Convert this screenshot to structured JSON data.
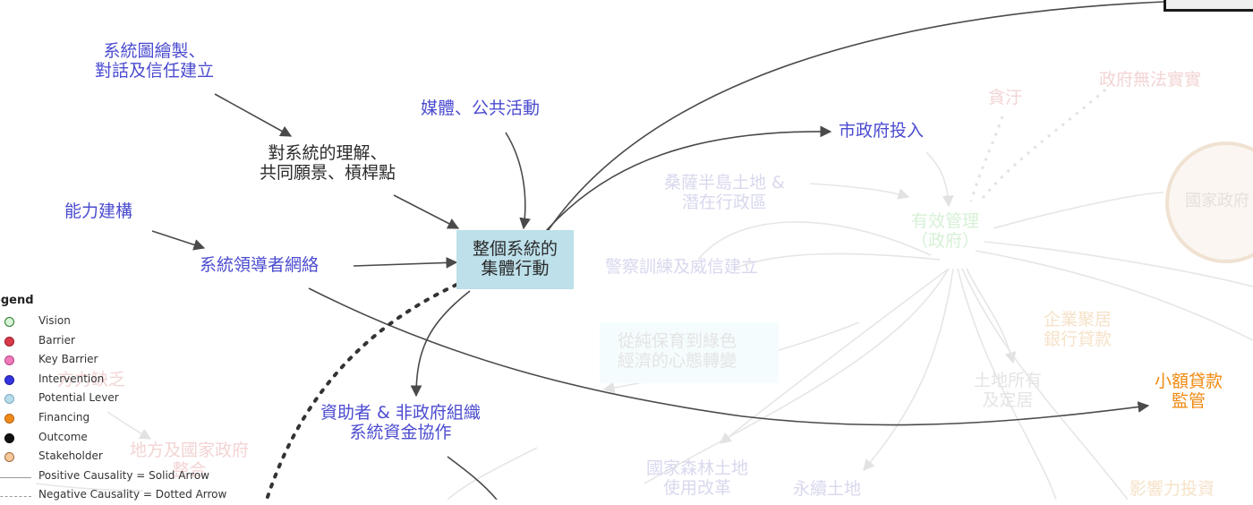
{
  "diagram": {
    "nodes": {
      "system_mapping": [
        "系統圖繪製、",
        "對話及信任建立"
      ],
      "media_public": "媒體、公共活動",
      "understanding": [
        "對系統的理解、",
        "共同願景、槓桿點"
      ],
      "capacity_building": "能力建構",
      "leaders_network": "系統領導者網絡",
      "collective_action": [
        "整個系統的",
        "集體行動"
      ],
      "municipal_investment": "市政府投入",
      "funders_ngo": [
        "資助者 & 非政府組織",
        "系統資金協作"
      ],
      "microfinance": [
        "小額貸款",
        "監管"
      ]
    },
    "faded_nodes": {
      "corruption": "貪汙",
      "gov_cannot_implement": "政府無法實實",
      "sessa_peninsula": [
        "桑薩半島土地 &",
        "潛在行政區"
      ],
      "effective_management": [
        "有效管理",
        "（政府）"
      ],
      "police_training": "警察訓練及威信建立",
      "mindset_shift": [
        "從純保育到綠色",
        "經濟的心態轉變"
      ],
      "land_ownership": [
        "土地所有",
        "及定居"
      ],
      "enterprise_bank": [
        "企業聚居",
        "銀行貸款"
      ],
      "local_national_gov": [
        "地方及國家政府",
        "整合"
      ],
      "local_lack": "方力缺乏",
      "forest_reform": [
        "國家森林土地",
        "使用改革"
      ],
      "permanent_land": "永續土地",
      "influence_investment": "影響力投資",
      "national_gov": "國家政府"
    }
  },
  "legend": {
    "title": "egend",
    "items": [
      {
        "label": "Vision",
        "fill": "#d8f5d8",
        "stroke": "#2a7a2a"
      },
      {
        "label": "Barrier",
        "fill": "#d93a4a",
        "stroke": "#9a1a28"
      },
      {
        "label": "Key Barrier",
        "fill": "#f07ab8",
        "stroke": "#b84488"
      },
      {
        "label": "Intervention",
        "fill": "#3535e0",
        "stroke": "#1a1a9a"
      },
      {
        "label": "Potential Lever",
        "fill": "#b8dcea",
        "stroke": "#7aaac0"
      },
      {
        "label": "Financing",
        "fill": "#f08a1a",
        "stroke": "#b8620a"
      },
      {
        "label": "Outcome",
        "fill": "#111111",
        "stroke": "#000000"
      },
      {
        "label": "Stakeholder",
        "fill": "#f6c89a",
        "stroke": "#a06a3a"
      }
    ],
    "positive": "Positive Causality = Solid Arrow",
    "negative": "Negative Causality = Dotted Arrow"
  }
}
